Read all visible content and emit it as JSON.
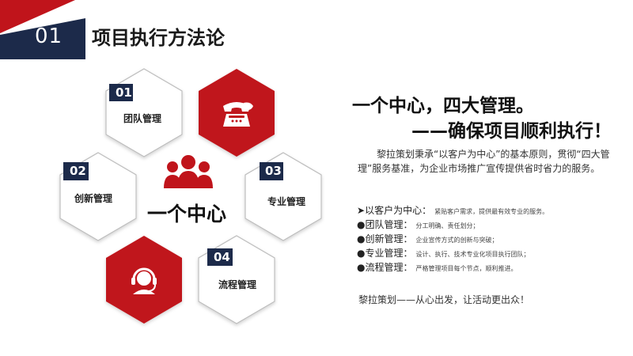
{
  "header": {
    "number": "01",
    "title": "项目执行方法论"
  },
  "diagram": {
    "center_label": "一个中心",
    "hexagons": [
      {
        "number": "01",
        "label": "团队管理"
      },
      {
        "number": "02",
        "label": "创新管理"
      },
      {
        "number": "03",
        "label": "专业管理"
      },
      {
        "number": "04",
        "label": "流程管理"
      }
    ],
    "icons": {
      "phone": "telephone-icon",
      "headset": "headset-icon",
      "people": "people-group-icon"
    }
  },
  "content": {
    "headline_line1": "一个中心，四大管理。",
    "headline_line2": "——确保项目顺利执行！",
    "intro": "黎拉策划秉承“以客户为中心”的基本原则，贯彻“四大管理”服务基准，为企业市场推广宣传提供省时省力的服务。",
    "items": [
      {
        "bullet": "➤",
        "label": "以客户为中心：",
        "desc": "紧贴客户需求，提供最有效专业的服务。"
      },
      {
        "bullet": "●",
        "label": "团队管理：",
        "desc": "分工明确、责任划分；"
      },
      {
        "bullet": "●",
        "label": "创新管理：",
        "desc": "企业宣传方式的创新与突破；"
      },
      {
        "bullet": "●",
        "label": "专业管理：",
        "desc": "设计、执行、技术专业化项目执行团队；"
      },
      {
        "bullet": "●",
        "label": "流程管理：",
        "desc": "严格管理项目每个节点，顺利推进。"
      }
    ],
    "slogan": "黎拉策划——从心出发，让活动更出众！"
  },
  "colors": {
    "accent_red": "#c0141b",
    "navy": "#1c2a4a",
    "hex_border": "#b8b8b8"
  }
}
